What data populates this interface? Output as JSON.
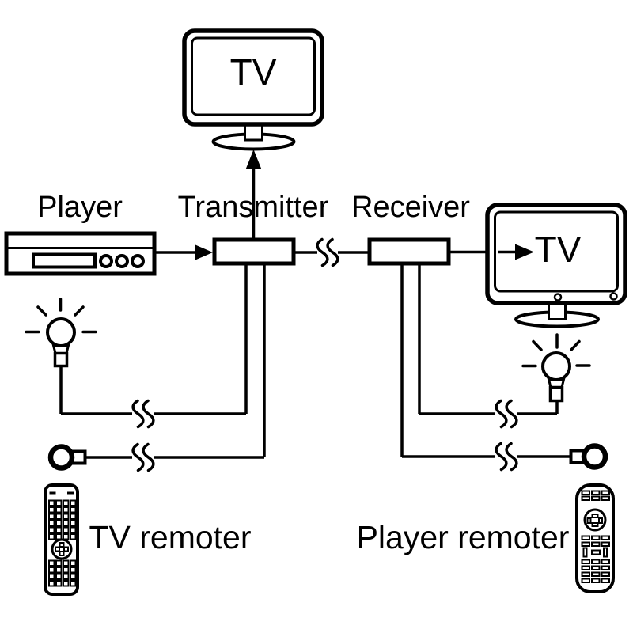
{
  "diagram": {
    "background": "#ffffff",
    "line_color": "#000000",
    "labels": {
      "player": "Player",
      "transmitter": "Transmitter",
      "receiver": "Receiver",
      "tv_top": "TV",
      "tv_right": "TV",
      "tv_remote": "TV remoter",
      "player_remote": "Player remoter"
    },
    "components": [
      {
        "name": "tv-icon",
        "count": 2
      },
      {
        "name": "player-deck-icon",
        "count": 1
      },
      {
        "name": "transmitter-box",
        "count": 1
      },
      {
        "name": "receiver-box",
        "count": 1
      },
      {
        "name": "ir-emitter-bulb-icon",
        "count": 2
      },
      {
        "name": "ir-pickup-icon",
        "count": 2
      },
      {
        "name": "remote-control-icon",
        "count": 2
      },
      {
        "name": "cable-break-icon",
        "count": 5
      },
      {
        "name": "arrow-icon",
        "count": 3
      }
    ]
  }
}
